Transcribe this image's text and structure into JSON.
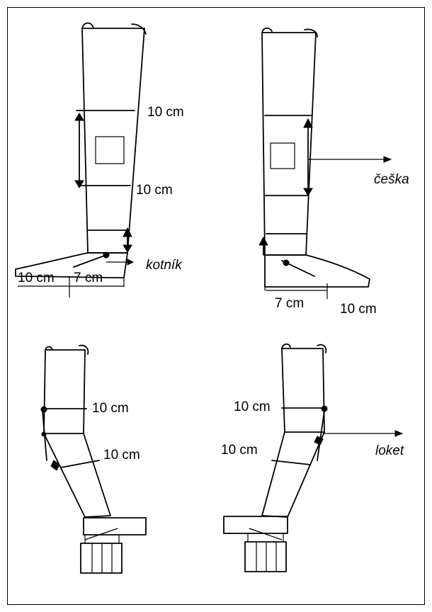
{
  "labels": {
    "leg_front_upper_measure": "10 cm",
    "leg_front_lower_measure": "10 cm",
    "ankle_label": "kotník",
    "foot_front_left_measure": "10 cm",
    "foot_front_right_measure": "7 cm",
    "kneecap_label": "češka",
    "foot_back_left_measure": "7 cm",
    "foot_back_right_measure": "10 cm",
    "arm_left_upper_measure": "10 cm",
    "arm_left_lower_measure": "10 cm",
    "arm_right_upper_measure": "10 cm",
    "arm_right_lower_measure": "10 cm",
    "elbow_label": "loket"
  }
}
